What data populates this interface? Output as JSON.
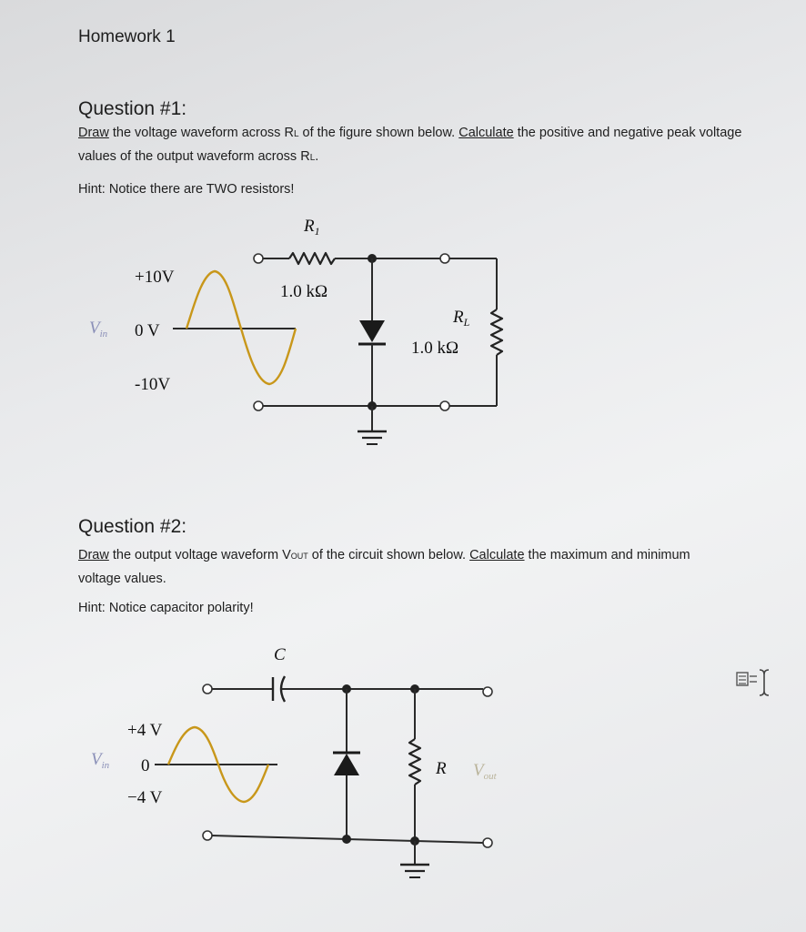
{
  "header": {
    "title": "Homework 1"
  },
  "q1": {
    "title": "Question #1:",
    "p_draw": "Draw",
    "p_mid": " the voltage waveform across R",
    "p_sub_l": "L",
    "p_mid2": " of the figure shown below. ",
    "p_calc": "Calculate",
    "p_rest": " the positive and negative peak voltage values of the output waveform across R",
    "p_sub_l2": "L",
    "p_end": ".",
    "hint": "Hint: Notice there are TWO resistors!",
    "circuit": {
      "r1_label": "R",
      "r1_sub": "1",
      "r1_value": "1.0 kΩ",
      "rl_label": "R",
      "rl_sub": "L",
      "rl_value": "1.0 kΩ",
      "vpos": "+10V",
      "vzero": "0 V",
      "vneg": "-10V",
      "vin": "V",
      "vin_sub": "in"
    }
  },
  "q2": {
    "title": "Question #2:",
    "p_draw": "Draw",
    "p_mid": " the output voltage waveform V",
    "p_sub": "OUT",
    "p_mid2": " of the circuit shown below. ",
    "p_calc": "Calculate",
    "p_rest": " the maximum and minimum voltage values.",
    "hint": "Hint: Notice capacitor polarity!",
    "circuit": {
      "c_label": "C",
      "r_label": "R",
      "vout": "V",
      "vout_sub": "out",
      "vpos": "+4 V",
      "vzero": "0",
      "vneg": "−4 V",
      "vin": "V",
      "vin_sub": "in"
    }
  },
  "colors": {
    "waveform": "#c8971a",
    "text": "#1e1e1e"
  }
}
